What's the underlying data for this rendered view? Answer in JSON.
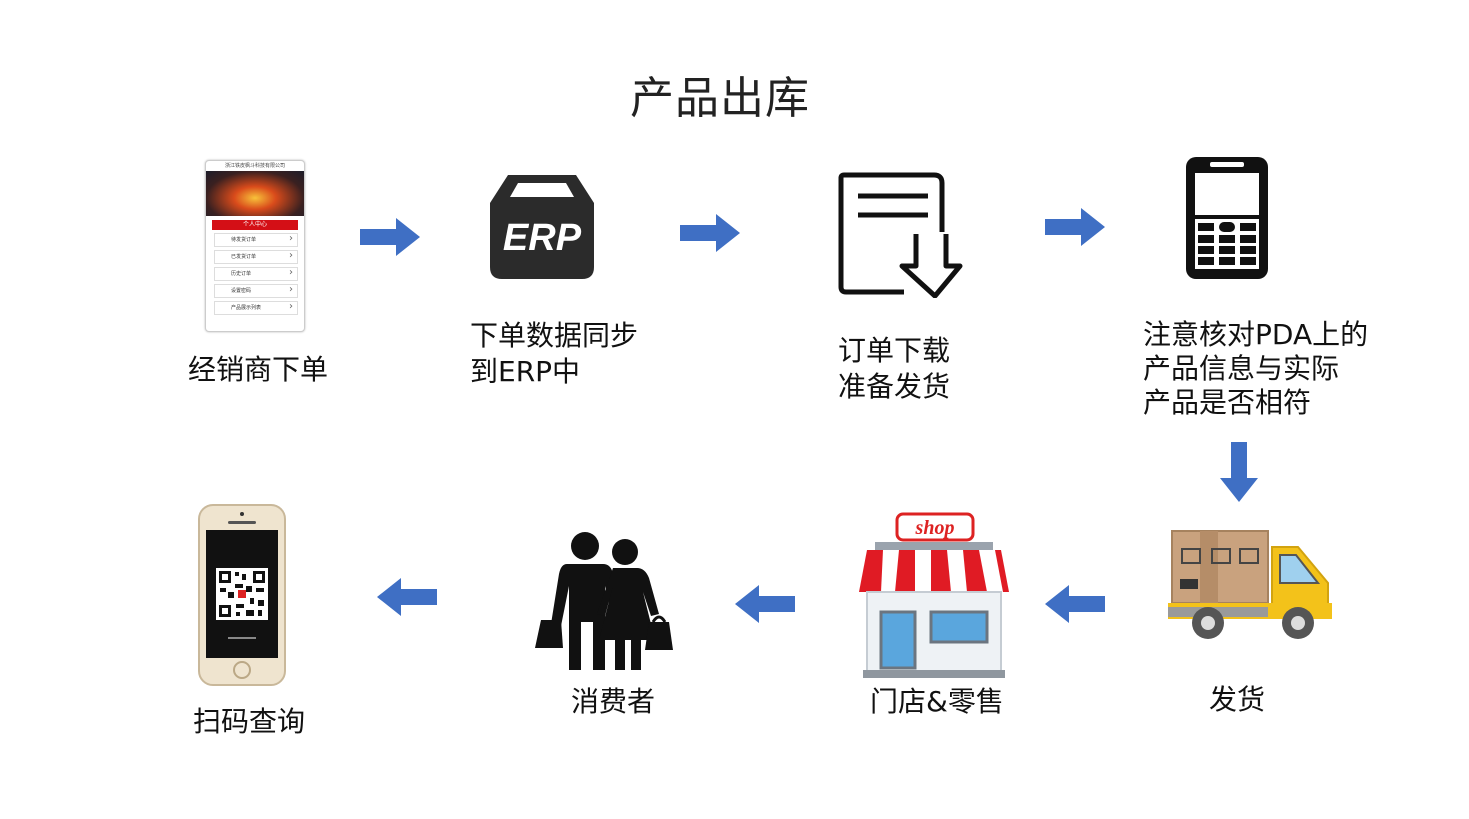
{
  "title": "产品出库",
  "steps": [
    {
      "id": "dealer-order",
      "lines": [
        "经销商下单"
      ]
    },
    {
      "id": "erp-sync",
      "lines": [
        "下单数据同步",
        "到ERP中"
      ]
    },
    {
      "id": "order-download",
      "lines": [
        "订单下载",
        "准备发货"
      ]
    },
    {
      "id": "pda-check",
      "lines": [
        "注意核对PDA上的",
        "产品信息与实际",
        "产品是否相符"
      ]
    },
    {
      "id": "ship",
      "lines": [
        "发货"
      ]
    },
    {
      "id": "store-retail",
      "lines": [
        "门店&零售"
      ]
    },
    {
      "id": "consumer",
      "lines": [
        "消费者"
      ]
    },
    {
      "id": "scan-query",
      "lines": [
        "扫码查询"
      ]
    }
  ],
  "icons": {
    "erp_text": "ERP",
    "shop_text": "shop"
  },
  "mini_phone": {
    "company": "浙江铁皮枫斗科技有限公司",
    "center": "个人中心",
    "menu": [
      "待发货订单",
      "已发货订单",
      "历史订单",
      "设置密码",
      "产品展示列表"
    ]
  },
  "colors": {
    "arrow": "#3f6fc4",
    "text": "#111111"
  }
}
